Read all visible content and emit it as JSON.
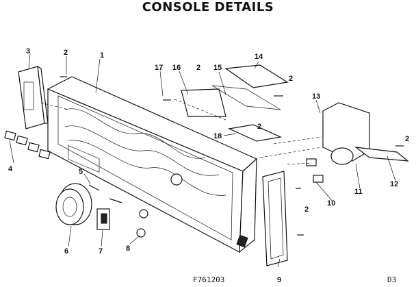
{
  "title": "CONSOLE DETAILS",
  "figure_number": "F761203",
  "page_code": "D3",
  "callouts": [
    "1",
    "2",
    "3",
    "4",
    "5",
    "6",
    "7",
    "8",
    "9",
    "10",
    "11",
    "12",
    "13",
    "14",
    "15",
    "16",
    "17",
    "18"
  ],
  "repeat_labels": {
    "two_a": "2",
    "two_b": "2",
    "two_c": "2",
    "two_d": "2",
    "two_e": "2",
    "two_f": "2"
  }
}
